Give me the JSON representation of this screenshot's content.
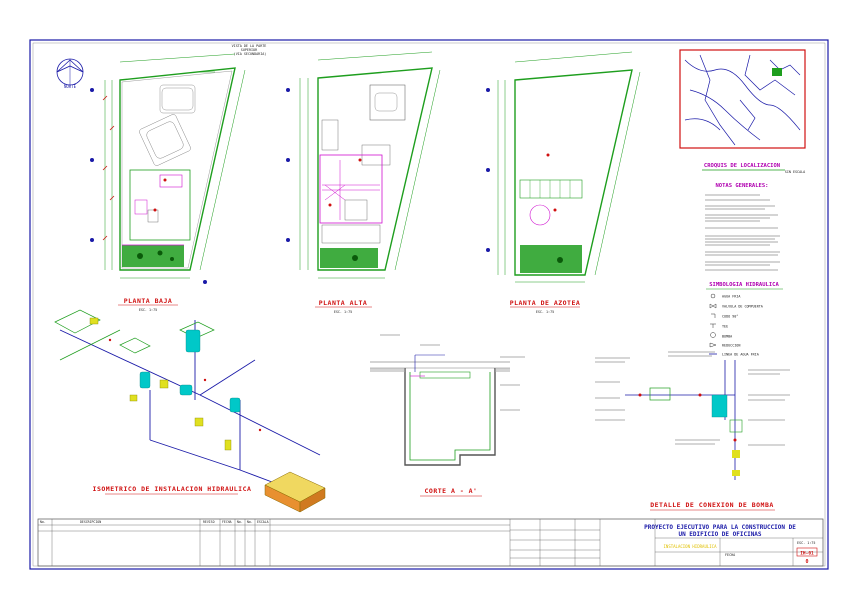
{
  "north_label": "NORTE",
  "street_label": "VISTA DE LA PARTE\nSUPERIOR\n(VIA SECUNDARIA)",
  "plans": [
    {
      "title": "PLANTA  BAJA",
      "scale": "ESC. 1:75"
    },
    {
      "title": "PLANTA  ALTA",
      "scale": "ESC. 1:75"
    },
    {
      "title": "PLANTA  DE  AZOTEA",
      "scale": "ESC. 1:75"
    }
  ],
  "location_title": "CROQUIS  DE  LOCALIZACION",
  "location_scale": "SIN ESCALA",
  "notes_title": "NOTAS  GENERALES:",
  "symbology_title": "SIMBOLOGIA   HIDRAULICA",
  "symbols": [
    "AGUA FRIA",
    "VALVULA DE COMPUERTA",
    "CODO 90°",
    "TEE",
    "BOMBA",
    "REDUCCION",
    "LINEA DE AGUA FRIA"
  ],
  "iso_title": "ISOMETRICO  DE  INSTALACION  HIDRAULICA",
  "section_title": "CORTE  A - A'",
  "pump_title": "DETALLE  DE  CONEXION  DE  BOMBA",
  "titleblock": {
    "headers": [
      "No.",
      "DESCRIPCION",
      "REVISO",
      "FECHA",
      "No.",
      "No.",
      "ESCALA"
    ],
    "project_line1": "PROYECTO EJECUTIVO PARA LA CONSTRUCCION DE",
    "project_line2": "UN EDIFICIO DE OFICINAS",
    "subtitle": "INSTALACION HIDRAULICA",
    "sheet_code": "IH-01",
    "sheet_no": "0",
    "date_label": "FECHA",
    "scale_label": "ESC. 1:75"
  }
}
